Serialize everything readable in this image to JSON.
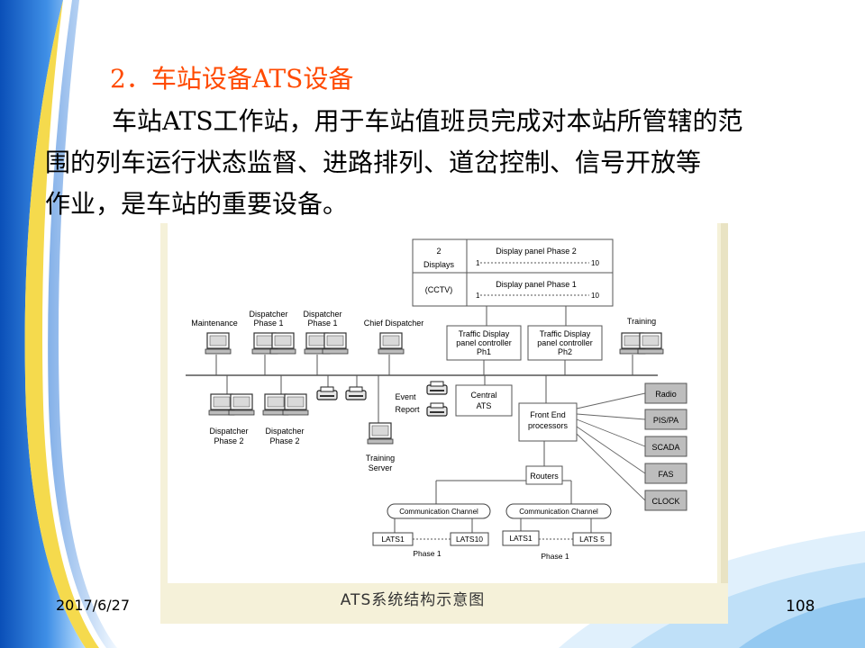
{
  "slide": {
    "heading": "2．车站设备ATS设备",
    "paragraph_lines": [
      "车站ATS工作站，用于车站值班员完成对本站所管辖的范",
      "围的列车运行状态监督、进路排列、道岔控制、信号开放等",
      "作业，是车站的重要设备。"
    ],
    "footer": {
      "date": "2017/6/27",
      "page_number": "108"
    }
  },
  "diagram": {
    "caption": "ATS系统结构示意图",
    "display_panel": {
      "row1_label_a": "2",
      "row1_label_b": "Displays",
      "row1_title": "Display panel Phase 2",
      "row1_range_start": "1",
      "row1_range_end": "10",
      "row2_label": "(CCTV)",
      "row2_title": "Display panel Phase 1",
      "row2_range_start": "1",
      "row2_range_end": "10"
    },
    "tdp_controller_1": {
      "l1": "Traffic Display",
      "l2": "panel controller",
      "l3": "Ph1"
    },
    "tdp_controller_2": {
      "l1": "Traffic Display",
      "l2": "panel controller",
      "l3": "Ph2"
    },
    "workstations_top": {
      "maintenance": "Maintenance",
      "dispatcher_a_l1": "Dispatcher",
      "dispatcher_a_l2": "Phase 1",
      "dispatcher_b_l1": "Dispatcher",
      "dispatcher_b_l2": "Phase 1",
      "chief_dispatcher": "Chief Dispatcher",
      "training": "Training"
    },
    "workstations_bottom": {
      "dispatcher_c_l1": "Dispatcher",
      "dispatcher_c_l2": "Phase 2",
      "dispatcher_d_l1": "Dispatcher",
      "dispatcher_d_l2": "Phase 2",
      "training_server_l1": "Training",
      "training_server_l2": "Server"
    },
    "event_report_l1": "Event",
    "event_report_l2": "Report",
    "central_ats_l1": "Central",
    "central_ats_l2": "ATS",
    "fep_l1": "Front End",
    "fep_l2": "processors",
    "routers": "Routers",
    "external_systems": [
      "Radio",
      "PIS/PA",
      "SCADA",
      "FAS",
      "CLOCK"
    ],
    "channels": [
      {
        "label": "Communication Channel",
        "node_a": "LATS1",
        "node_b": "LATS10",
        "phase": "Phase 1"
      },
      {
        "label": "Communication Channel",
        "node_a": "LATS1",
        "node_b": "LATS 5",
        "phase": "Phase 1"
      }
    ]
  }
}
